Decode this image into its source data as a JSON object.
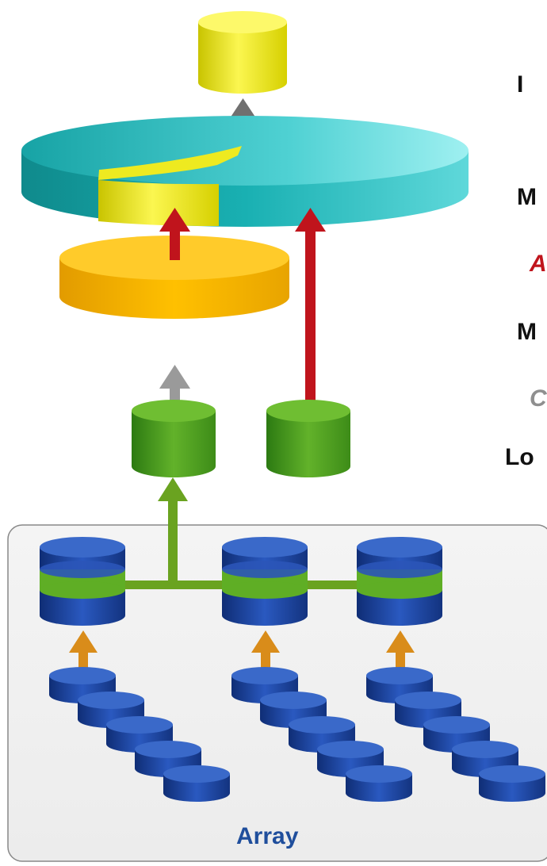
{
  "labels": {
    "top": "I",
    "m1": "M",
    "a": "A",
    "m2": "M",
    "c": "C",
    "lo": "Lo",
    "array": "Array"
  },
  "colors": {
    "yellow": "#e9e400",
    "teal": "#1fb3b4",
    "orange": "#f4b000",
    "green": "#4f9f1e",
    "blue": "#1b3f95",
    "red_arrow": "#c0141c",
    "gray_arrow": "#8f8f8f",
    "green_arrow": "#6aa320",
    "orange_arrow": "#d98c1a",
    "a_label": "#c0141c",
    "c_label": "#8f8f8f"
  }
}
